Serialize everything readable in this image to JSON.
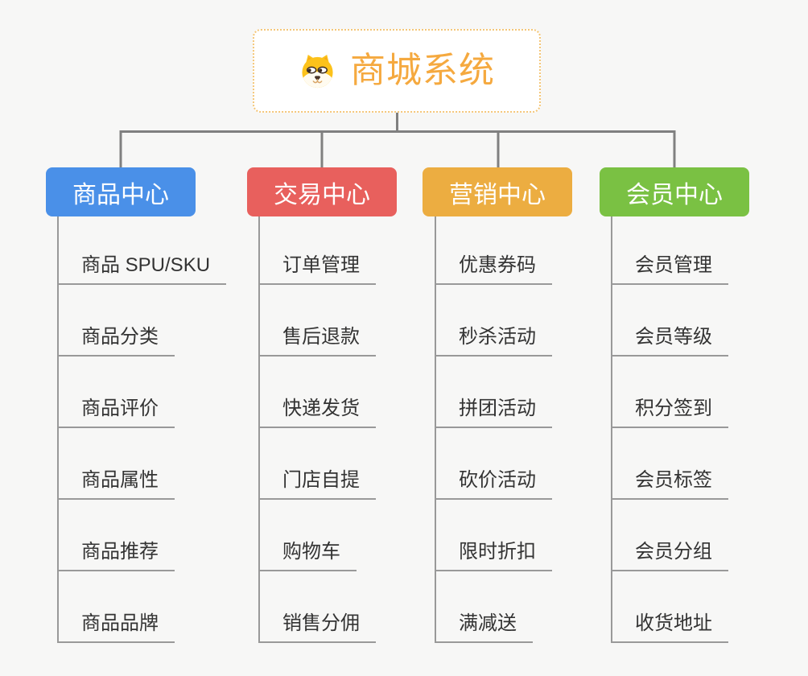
{
  "page": {
    "background_color": "#F7F7F6"
  },
  "root": {
    "title": "商城系统",
    "icon": "dog-face-icon",
    "text_color": "#F5A93F",
    "border_color": "#F4C678",
    "background_color": "#FFFFFF"
  },
  "lines": {
    "tree_connector_color": "#808080",
    "branch_line_color": "#999999"
  },
  "columns": [
    {
      "title": "商品中心",
      "color": "#4A90E8",
      "items": [
        "商品 SPU/SKU",
        "商品分类",
        "商品评价",
        "商品属性",
        "商品推荐",
        "商品品牌"
      ]
    },
    {
      "title": "交易中心",
      "color": "#E8605D",
      "items": [
        "订单管理",
        "售后退款",
        "快递发货",
        "门店自提",
        "购物车",
        "销售分佣"
      ]
    },
    {
      "title": "营销中心",
      "color": "#ECAD41",
      "items": [
        "优惠券码",
        "秒杀活动",
        "拼团活动",
        "砍价活动",
        "限时折扣",
        "满减送"
      ]
    },
    {
      "title": "会员中心",
      "color": "#7AC143",
      "items": [
        "会员管理",
        "会员等级",
        "积分签到",
        "会员标签",
        "会员分组",
        "收货地址"
      ]
    }
  ]
}
